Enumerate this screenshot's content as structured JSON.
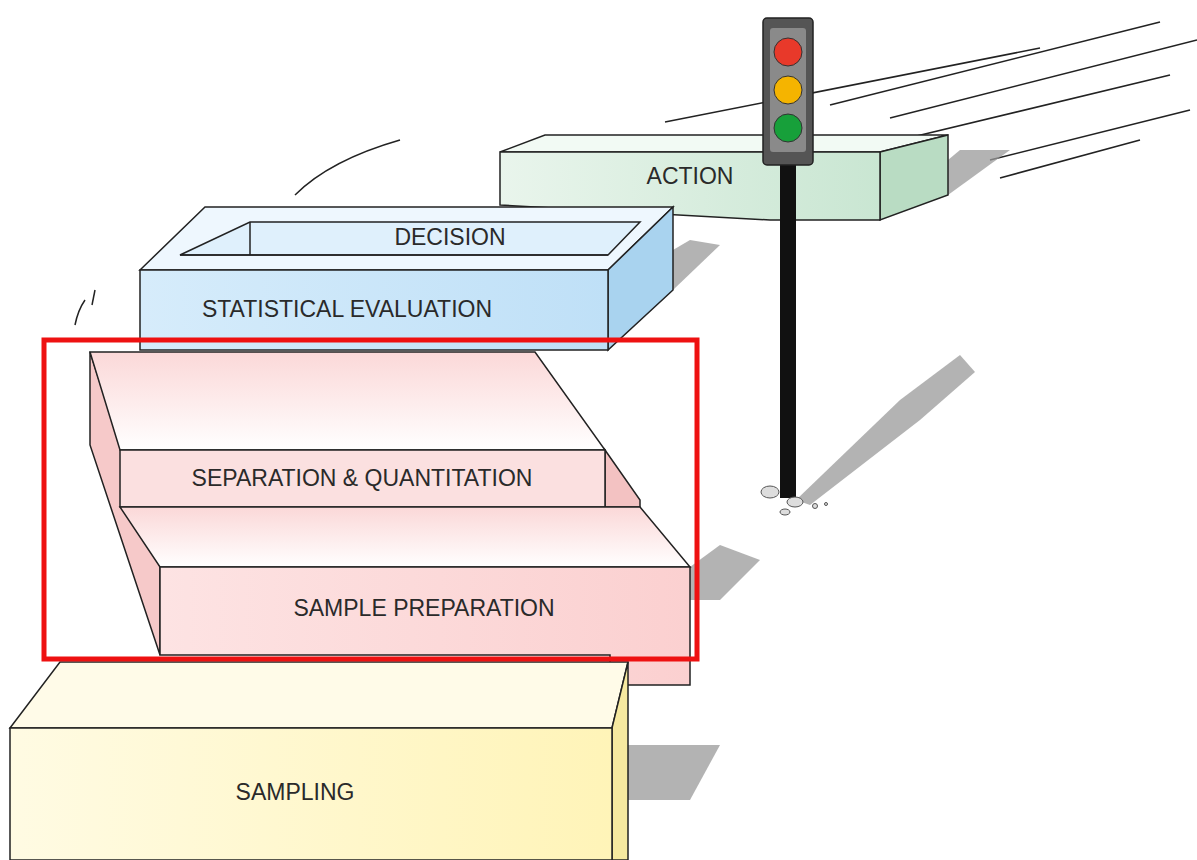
{
  "diagram": {
    "nodes": [
      {
        "text": [
          "SAMPLING"
        ]
      },
      {
        "text": [
          "SAMPLE PREPARATION"
        ]
      },
      {
        "text": [
          "SEPARATION & QUANTITATION"
        ]
      },
      {
        "text": [
          "STATISTICAL EVALUATION"
        ]
      },
      {
        "text": [
          "DECISION"
        ]
      },
      {
        "text": [
          "ACTION"
        ]
      }
    ]
  }
}
